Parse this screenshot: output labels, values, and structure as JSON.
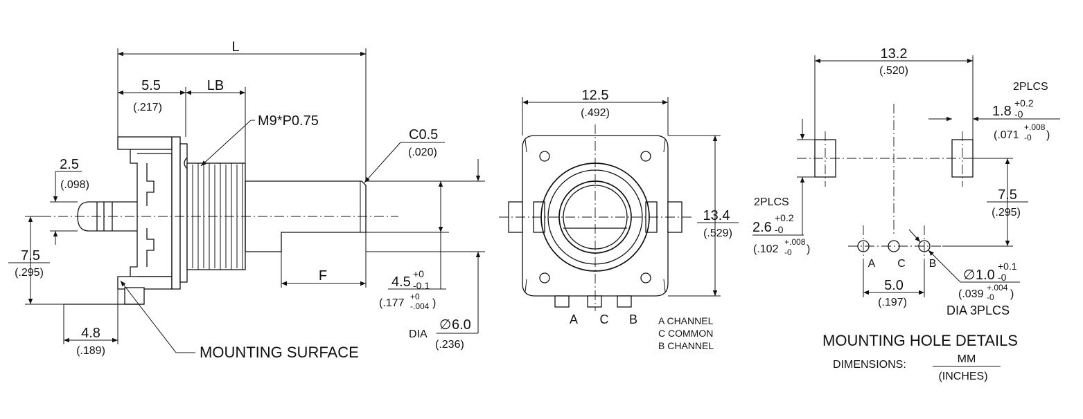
{
  "side_view": {
    "dim_L": "L",
    "dim_5_5": "5.5",
    "dim_5_5_in": "(.217)",
    "dim_LB": "LB",
    "thread": "M9*P0.75",
    "chamfer": "C0.5",
    "chamfer_in": "(.020)",
    "dim_2_5": "2.5",
    "dim_2_5_in": "(.098)",
    "dim_7_5": "7.5",
    "dim_7_5_in": "(.295)",
    "dim_F": "F",
    "dim_4_5_main": "4.5",
    "dim_4_5_tol_up": "+0",
    "dim_4_5_tol_dn": "-0.1",
    "dim_4_5_in_main": "(.177",
    "dim_4_5_in_tol_up": "+0",
    "dim_4_5_in_tol_dn": "-.004",
    "dim_4_5_in_close": ")",
    "dia_prefix": "DIA",
    "dia_symbol": "∅",
    "dia_value": "6.0",
    "dia_in": "(.236)",
    "dim_4_8": "4.8",
    "dim_4_8_in": "(.189)",
    "mounting_surface": "MOUNTING SURFACE"
  },
  "front_view": {
    "dim_12_5": "12.5",
    "dim_12_5_in": "(.492)",
    "dim_13_4": "13.4",
    "dim_13_4_in": "(.529)",
    "pin_a": "A",
    "pin_c": "C",
    "pin_b": "B",
    "legend": [
      "A CHANNEL",
      "C COMMON",
      "B CHANNEL"
    ]
  },
  "hole_details": {
    "dim_13_2": "13.2",
    "dim_13_2_in": "(.520)",
    "plcs_top": "2PLCS",
    "dim_1_8_main": "1.8",
    "dim_1_8_tol_up": "+0.2",
    "dim_1_8_tol_dn": "-0",
    "dim_1_8_in_main": "(.071",
    "dim_1_8_in_tol_up": "+.008",
    "dim_1_8_in_tol_dn": "-0",
    "dim_1_8_in_close": ")",
    "plcs_left": "2PLCS",
    "dim_2_6_main": "2.6",
    "dim_2_6_tol_up": "+0.2",
    "dim_2_6_tol_dn": "-0",
    "dim_2_6_in_main": "(.102",
    "dim_2_6_in_tol_up": "+.008",
    "dim_2_6_in_tol_dn": "-0",
    "dim_2_6_in_close": ")",
    "dim_7_5": "7.5",
    "dim_7_5_in": "(.295)",
    "hole_a": "A",
    "hole_c": "C",
    "hole_b": "B",
    "dim_5_0": "5.0",
    "dim_5_0_in": "(.197)",
    "dia_symbol": "∅",
    "dim_1_0_main": "1.0",
    "dim_1_0_tol_up": "+0.1",
    "dim_1_0_tol_dn": "-0",
    "dim_1_0_in_main": "(.039",
    "dim_1_0_in_tol_up": "+.004",
    "dim_1_0_in_tol_dn": "-0",
    "dim_1_0_in_close": ")",
    "dia_3plcs": "DIA 3PLCS",
    "title": "MOUNTING HOLE DETAILS",
    "dimensions_label": "DIMENSIONS:",
    "unit_mm": "MM",
    "unit_inches": "(INCHES)"
  }
}
